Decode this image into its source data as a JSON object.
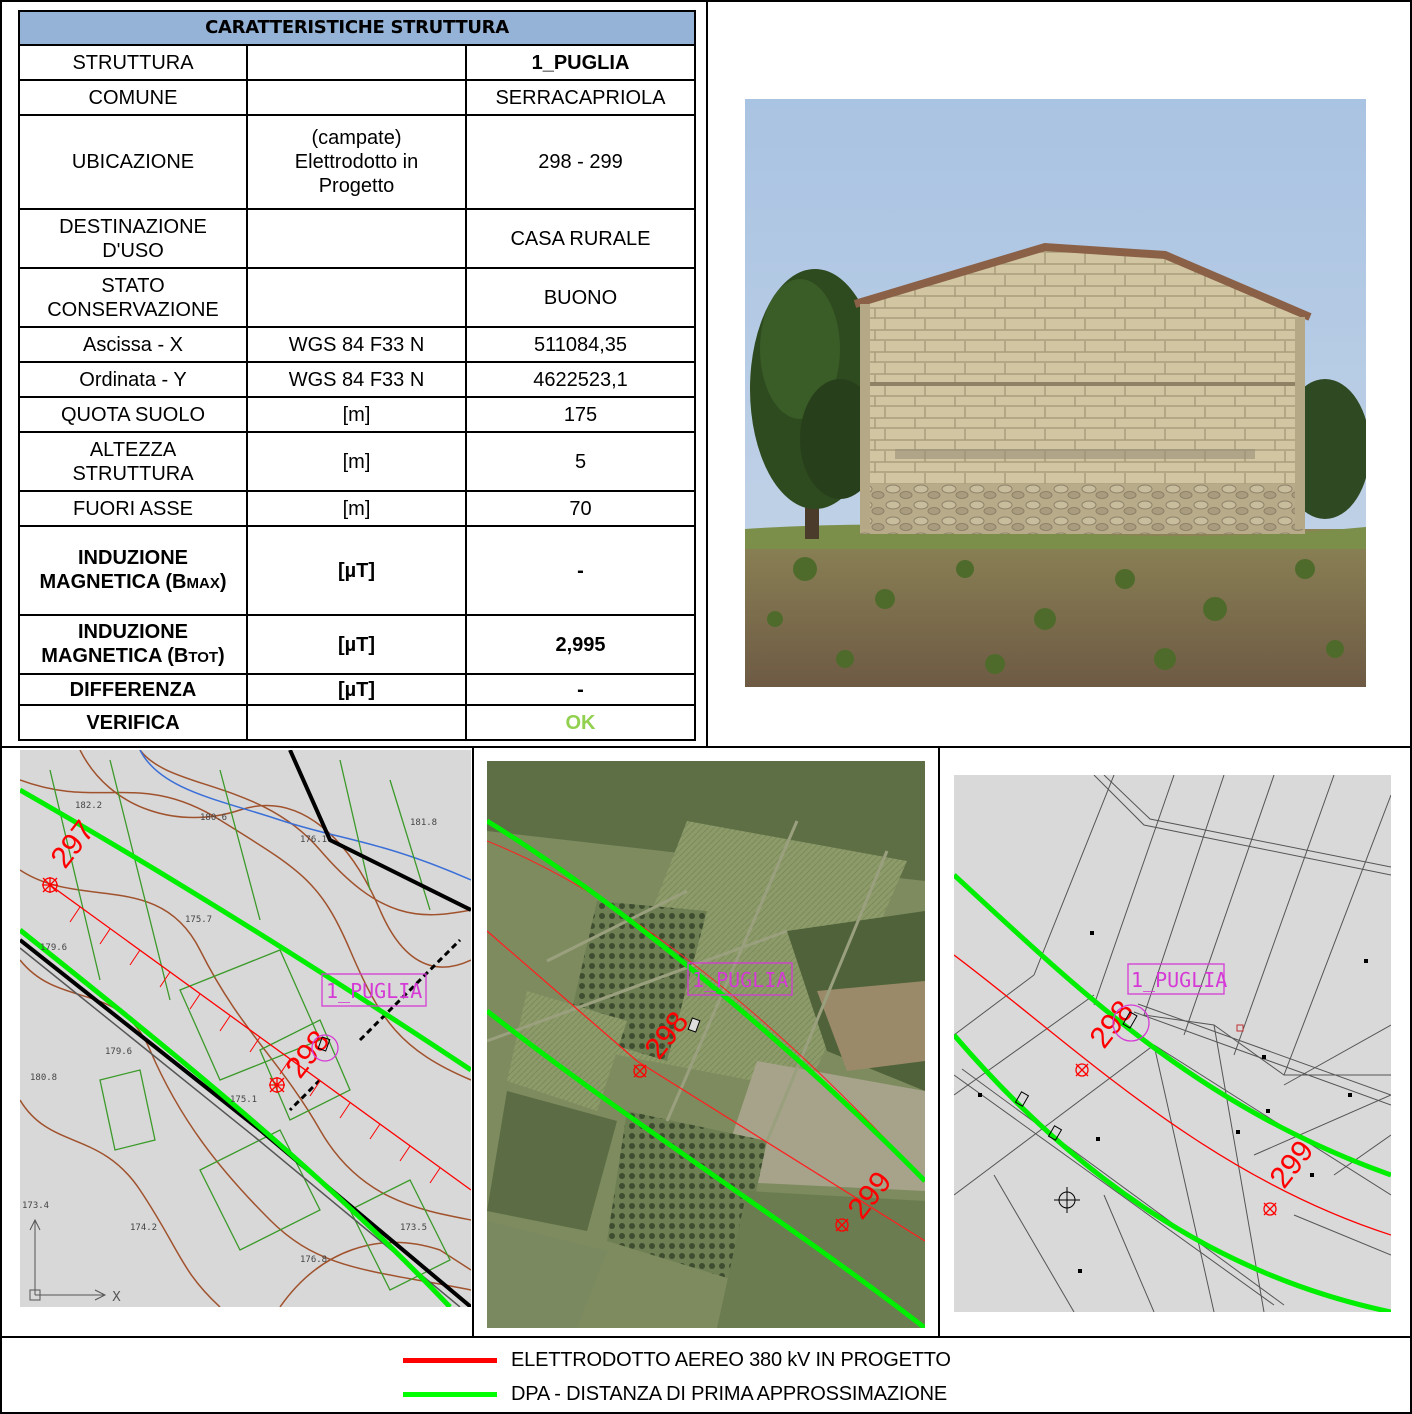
{
  "table": {
    "title": "CARATTERISTICHE STRUTTURA",
    "rows": [
      {
        "label": "STRUTTURA",
        "unit": "",
        "value": "1_PUGLIA"
      },
      {
        "label": "COMUNE",
        "unit": "",
        "value": "SERRACAPRIOLA"
      },
      {
        "label": "UBICAZIONE",
        "unit": "(campate) Elettrodotto in Progetto",
        "value": "298 - 299"
      },
      {
        "label": "DESTINAZIONE D'USO",
        "unit": "",
        "value": "CASA RURALE"
      },
      {
        "label": "STATO CONSERVAZIONE",
        "unit": "",
        "value": "BUONO"
      },
      {
        "label": "Ascissa - X",
        "unit": "WGS 84 F33 N",
        "value": "511084,35"
      },
      {
        "label": "Ordinata - Y",
        "unit": "WGS 84 F33 N",
        "value": "4622523,1"
      },
      {
        "label": "QUOTA SUOLO",
        "unit": "[m]",
        "value": "175"
      },
      {
        "label": "ALTEZZA STRUTTURA",
        "unit": "[m]",
        "value": "5"
      },
      {
        "label": "FUORI ASSE",
        "unit": "[m]",
        "value": "70"
      },
      {
        "label_main": "INDUZIONE MAGNETICA (B",
        "label_sub": "MAX",
        "label_end": ")",
        "unit": "[µT]",
        "value": "-"
      },
      {
        "label_main": "INDUZIONE MAGNETICA (B",
        "label_sub": "TOT",
        "label_end": ")",
        "unit": "[µT]",
        "value": "2,995"
      },
      {
        "label": "DIFFERENZA",
        "unit": "[µT]",
        "value": "-"
      },
      {
        "label": "VERIFICA",
        "unit": "",
        "value": "OK"
      }
    ]
  },
  "maps": {
    "structure_label": "1_PUGLIA",
    "towers": [
      "297",
      "298",
      "299"
    ],
    "contour_values": [
      "182.2",
      "180.6",
      "176.1",
      "181.8",
      "175.7",
      "179.6",
      "180.8",
      "179.6",
      "175.1",
      "173.4",
      "174.2",
      "173.5",
      "176.8"
    ],
    "axis_x": "X"
  },
  "legend": [
    {
      "color": "#ff0000",
      "label": "ELETTRODOTTO AEREO 380 kV IN PROGETTO"
    },
    {
      "color": "#00ff00",
      "label": "DPA - DISTANZA DI PRIMA APPROSSIMAZIONE"
    }
  ]
}
